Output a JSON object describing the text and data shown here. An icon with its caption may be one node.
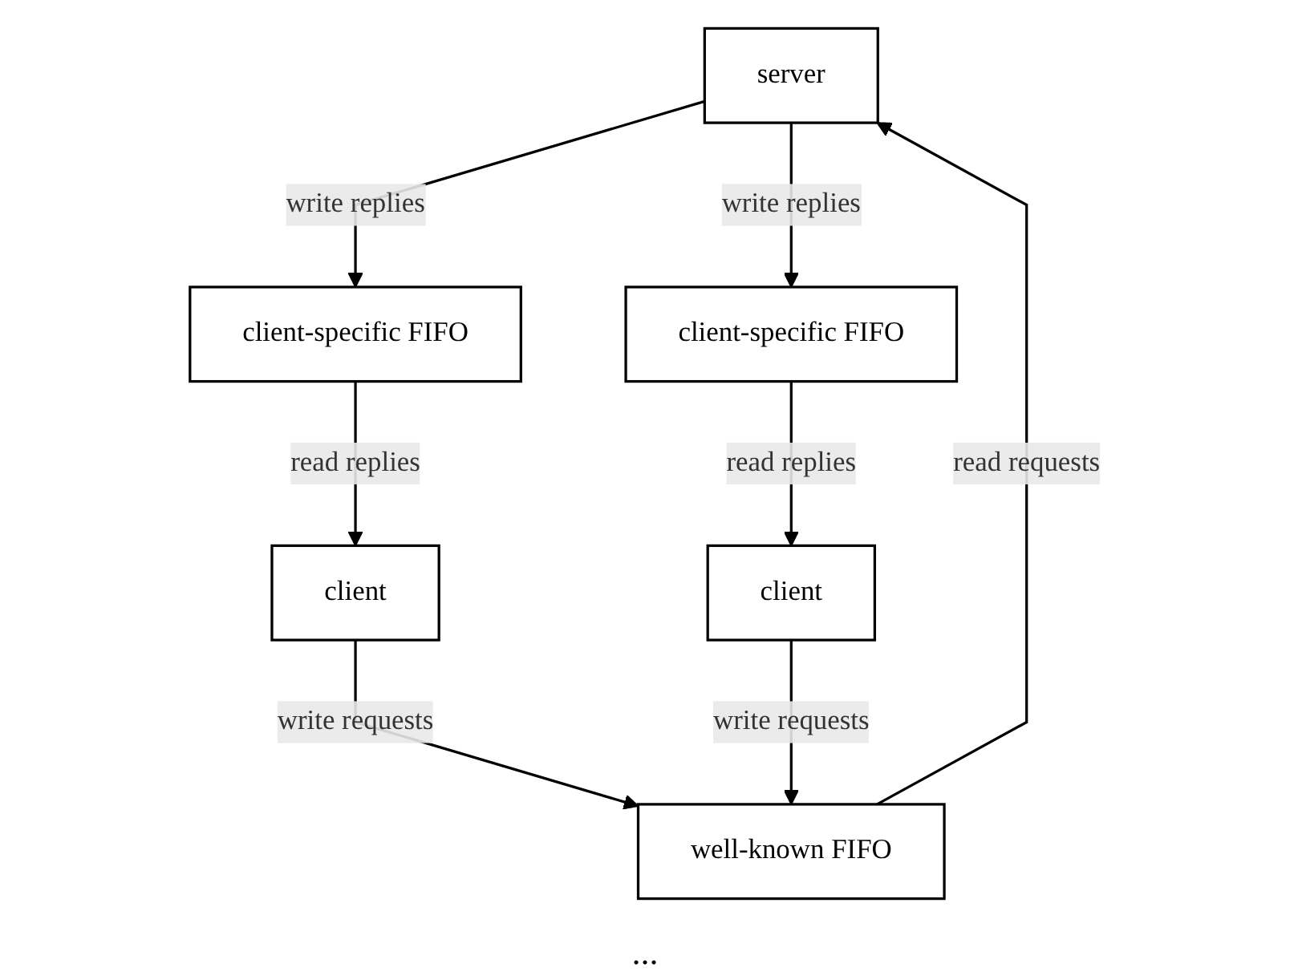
{
  "diagram": {
    "nodes": [
      {
        "text": [
          "server"
        ]
      },
      {
        "text": [
          "client-specific FIFO"
        ]
      },
      {
        "text": [
          "well-known FIFO"
        ]
      },
      {
        "text": [
          "client-specific FIFO"
        ]
      },
      {
        "text": [
          "client"
        ]
      },
      {
        "text": [
          "client"
        ]
      }
    ],
    "edges": [
      {
        "from": 0,
        "to": 1,
        "arrow": "to",
        "label": "write replies"
      },
      {
        "from": 2,
        "to": 0,
        "arrow": "to",
        "label": "read requests"
      },
      {
        "from": 0,
        "to": 3,
        "arrow": "to",
        "label": "write replies"
      },
      {
        "from": 1,
        "to": 4,
        "arrow": "to",
        "label": "read replies"
      },
      {
        "from": 4,
        "to": 2,
        "arrow": "to",
        "label": "write requests"
      },
      {
        "from": 5,
        "to": 2,
        "arrow": "to",
        "label": "write requests"
      },
      {
        "from": 3,
        "to": 5,
        "arrow": "to",
        "label": "read replies"
      }
    ],
    "labels": [
      "..."
    ]
  }
}
